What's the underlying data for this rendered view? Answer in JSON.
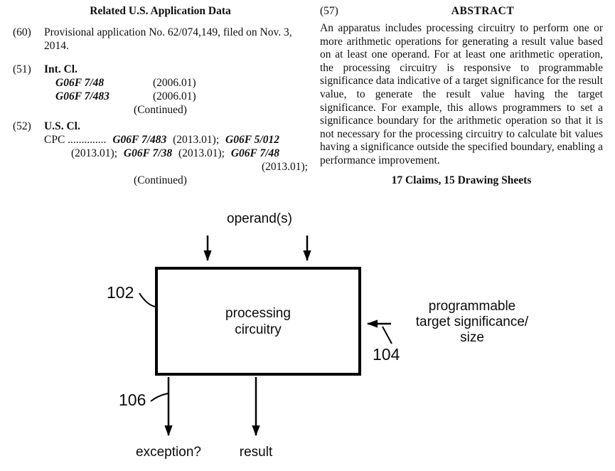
{
  "left": {
    "heading": "Related U.S. Application Data",
    "provisional": {
      "num": "(60)",
      "text": "Provisional application No. 62/074,149, filed on Nov. 3, 2014."
    },
    "intcl": {
      "num": "(51)",
      "title": "Int. Cl.",
      "entries": [
        {
          "code": "G06F 7/48",
          "version": "(2006.01)"
        },
        {
          "code": "G06F 7/483",
          "version": "(2006.01)"
        }
      ],
      "continued": "(Continued)"
    },
    "uscl": {
      "num": "(52)",
      "title": "U.S. Cl.",
      "cpc_prefix": "CPC ..............",
      "l1_code1": "G06F 7/483",
      "l1_mid": "(2013.01);",
      "l1_code2": "G06F 5/012",
      "l2_pre": "(2013.01);",
      "l2_code1": "G06F 7/38",
      "l2_mid": "(2013.01);",
      "l2_code2": "G06F 7/48",
      "l3": "(2013.01);",
      "continued": "(Continued)"
    }
  },
  "right": {
    "num": "(57)",
    "heading": "ABSTRACT",
    "abstract": "An apparatus includes processing circuitry to perform one or more arithmetic operations for generating a result value based on at least one operand. For at least one arithmetic operation, the processing circuitry is responsive to programmable significance data indicative of a target significance for the result value, to generate the result value having the target significance. For example, this allows programmers to set a significance boundary for the arithmetic operation so that it is not necessary for the processing circuitry to calculate bit values having a significance outside the specified boundary, enabling a performance improvement.",
    "claims_line": "17 Claims, 15 Drawing Sheets"
  },
  "diagram": {
    "operands": "operand(s)",
    "box_line1": "processing",
    "box_line2": "circuitry",
    "ref102": "102",
    "ref104": "104",
    "ref106": "106",
    "right_label_lines": [
      "programmable",
      "target significance/",
      "size"
    ],
    "exception": "exception?",
    "result": "result"
  }
}
